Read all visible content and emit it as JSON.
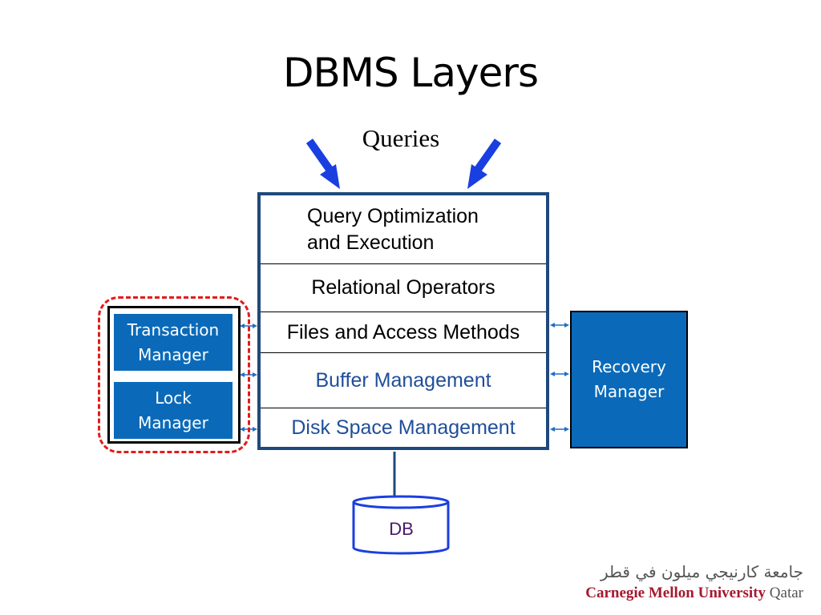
{
  "slide": {
    "title": "DBMS Layers",
    "queries_label": "Queries"
  },
  "layers": {
    "query_opt_line1": "Query Optimization",
    "query_opt_line2": "and Execution",
    "relational_operators": "Relational Operators",
    "files_access_methods": "Files and Access Methods",
    "buffer_management": "Buffer Management",
    "disk_space_management": "Disk Space Management"
  },
  "concurrency_control": {
    "transaction_line1": "Transaction",
    "transaction_line2": "Manager",
    "lock_line1": "Lock",
    "lock_line2": "Manager"
  },
  "recovery": {
    "line1": "Recovery",
    "line2": "Manager"
  },
  "database": {
    "label": "DB"
  },
  "logo": {
    "arabic": "جامعة كارنيجي ميلون في قطر",
    "english": "Carnegie Mellon University",
    "english_suffix": "Qatar"
  },
  "colors": {
    "query_arrow": "#1a3fe0",
    "layer_border": "#1f497d",
    "manager_fill": "#0a6ab9",
    "concurrency_outline": "#e31b1b",
    "connector_arrow": "#1f6fc4"
  }
}
